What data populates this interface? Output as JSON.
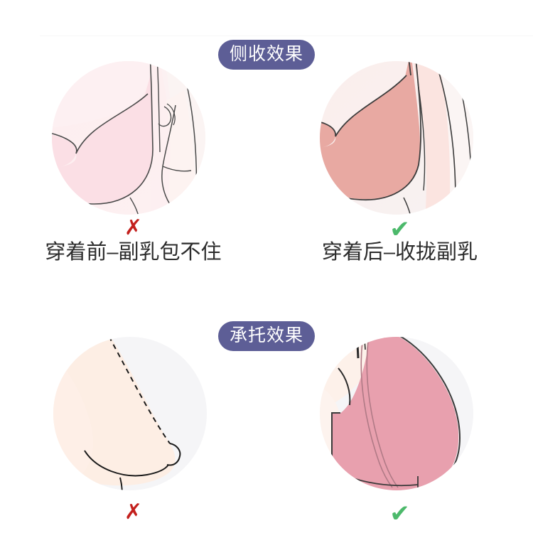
{
  "page": {
    "background_color": "#ffffff",
    "divider_color": "#f6f6f7",
    "badge_color": "#5d5e96",
    "badge_text_color": "#ffffff",
    "x_mark_color": "#c3201d",
    "check_mark_color": "#4cb96b",
    "caption_color": "#2b2b2b"
  },
  "sections": [
    {
      "badge_label": "侧收效果",
      "panels": [
        {
          "mark": "✗",
          "mark_type": "x",
          "caption": "穿着前–副乳包不住",
          "illustration": "before-side-gather-illustration",
          "circle_fill": "#fdeef0",
          "garment_fill": "#fbdfe5",
          "skin_fill": "#fdf3f1"
        },
        {
          "mark": "✔",
          "mark_type": "check",
          "caption": "穿着后–收拢副乳",
          "illustration": "after-side-gather-illustration",
          "circle_fill": "#fbeeec",
          "garment_fill": "#e8a9a2",
          "skin_fill": "#fbe4e0"
        }
      ]
    },
    {
      "badge_label": "承托效果",
      "panels": [
        {
          "mark": "✗",
          "mark_type": "x",
          "caption": "",
          "illustration": "before-support-illustration",
          "circle_fill": "#f5f5f7",
          "garment_fill": "#fdeee4",
          "skin_fill": "#fdeee4"
        },
        {
          "mark": "✔",
          "mark_type": "check",
          "caption": "",
          "illustration": "after-support-illustration",
          "circle_fill": "#f5f5f7",
          "garment_fill": "#e8a0ae",
          "skin_fill": "#fdf1ea"
        }
      ]
    }
  ]
}
